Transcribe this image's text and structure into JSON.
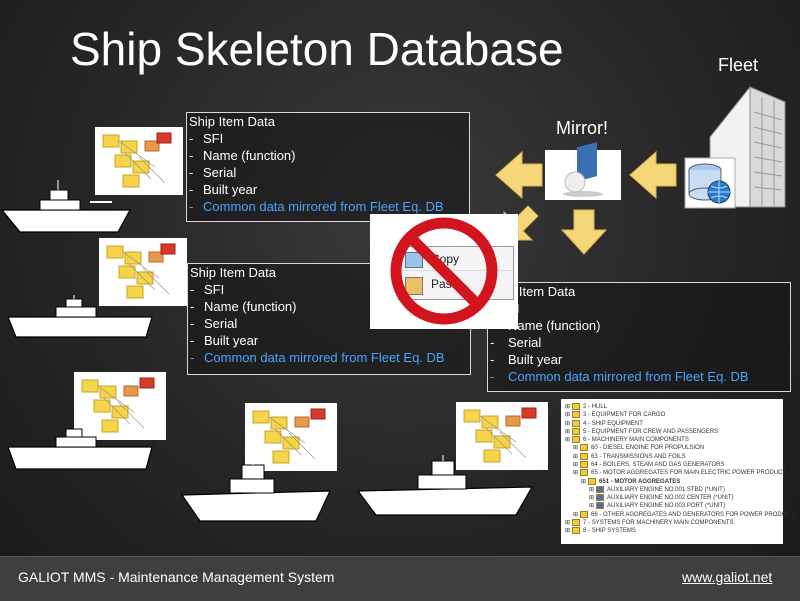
{
  "title": "Ship Skeleton Database",
  "fleet_label": "Fleet",
  "mirror_label": "Mirror!",
  "item_boxes": [
    {
      "heading": "Ship Item Data",
      "items": [
        "SFI",
        "Name (function)",
        "Serial",
        "Built year"
      ],
      "highlight": "Common data mirrored from Fleet Eq. DB"
    },
    {
      "heading": "Ship Item Data",
      "items": [
        "SFI",
        "Name (function)",
        "Serial",
        "Built year"
      ],
      "highlight": "Common data mirrored from Fleet Eq. DB"
    },
    {
      "heading": "p Item Data",
      "items": [
        "FI",
        "Name (function)",
        "Serial",
        "Built year"
      ],
      "highlight": "Common data mirrored from Fleet Eq. DB"
    }
  ],
  "copy_menu": {
    "copy": "Copy",
    "paste": "Paste"
  },
  "tree": [
    {
      "text": "2 - HULL",
      "indent": 0
    },
    {
      "text": "3 - EQUIPMENT FOR CARGO",
      "indent": 0
    },
    {
      "text": "4 - SHIP EQUIPMENT",
      "indent": 0
    },
    {
      "text": "5 - EQUIPMENT FOR CREW AND PASSENGERS",
      "indent": 0
    },
    {
      "text": "6 - MACHINERY MAIN COMPONENTS",
      "indent": 0
    },
    {
      "text": "60 - DIESEL ENGINE FOR PROPULSION",
      "indent": 1
    },
    {
      "text": "63 - TRANSMISSIONS AND FOILS",
      "indent": 1
    },
    {
      "text": "64 - BOILERS, STEAM AND GAS GENERATORS",
      "indent": 1
    },
    {
      "text": "65 - MOTOR AGGREGATES FOR MAIN ELECTRIC POWER PRODUCT.",
      "indent": 1
    },
    {
      "text": "651 - MOTOR AGGREGATES",
      "indent": 2,
      "bold": true
    },
    {
      "text": "AUXILIARY ENGINE NO.001 STBD (*UNIT)",
      "indent": 3
    },
    {
      "text": "AUXILIARY ENGINE NO.002 CENTER (*UNIT)",
      "indent": 3
    },
    {
      "text": "AUXILIARY ENGINE NO.003 PORT (*UNIT)",
      "indent": 3
    },
    {
      "text": "66 - OTHER AGGREGATES AND GENERATORS FOR POWER PRODUCT.",
      "indent": 1
    },
    {
      "text": "7 - SYSTEMS FOR MACHINERY MAIN COMPONENTS",
      "indent": 0
    },
    {
      "text": "8 - SHIP SYSTEMS",
      "indent": 0
    }
  ],
  "footer": {
    "text": "GALIOT MMS - Maintenance Management System",
    "link": "www.galiot.net"
  },
  "colors": {
    "highlight": "#4aa3ff",
    "arrow": "#f5d77a",
    "stop": "#d2141e"
  }
}
